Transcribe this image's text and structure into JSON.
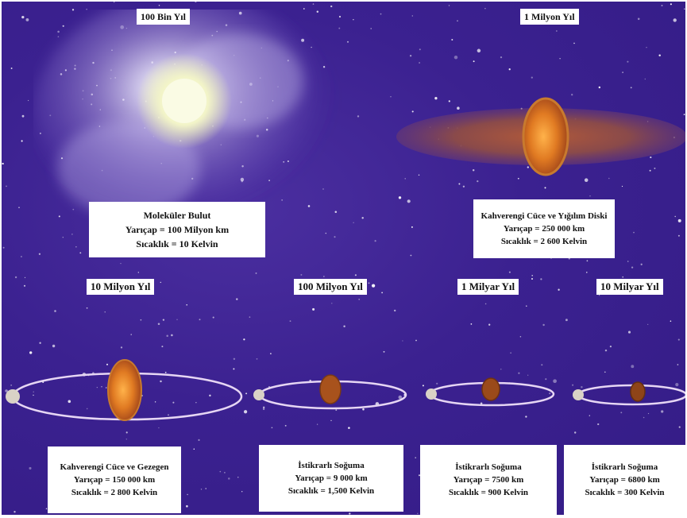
{
  "panels": [
    {
      "id": "p1",
      "time_label": "100 Bin Yıl",
      "lines": [
        "Moleküler Bulut",
        "Yarıçap = 100 Milyon km",
        "Sıcaklık = 10 Kelvin"
      ]
    },
    {
      "id": "p2",
      "time_label": "1 Milyon Yıl",
      "lines": [
        "Kahverengi Cüce ve Yığılım Diski",
        "Yarıçap = 250 000 km",
        "Sıcaklık = 2 600 Kelvin"
      ]
    },
    {
      "id": "p3",
      "time_label": "10 Milyon Yıl",
      "lines": [
        "Kahverengi Cüce ve Gezegen",
        "Yarıçap = 150 000 km",
        "Sıcaklık = 2 800 Kelvin"
      ]
    },
    {
      "id": "p4",
      "time_label": "100 Milyon Yıl",
      "lines": [
        "İstikrarlı Soğuma",
        "Yarıçap = 9 000 km",
        "Sıcaklık = 1,500 Kelvin"
      ]
    },
    {
      "id": "p5",
      "time_label": "1 Milyar Yıl",
      "lines": [
        "İstikrarlı Soğuma",
        "Yarıçap = 7500 km",
        "Sıcaklık = 900 Kelvin"
      ]
    },
    {
      "id": "p6",
      "time_label": "10 Milyar Yıl",
      "lines": [
        "İstikrarlı Soğuma",
        "Yarıçap = 6800 km",
        "Sıcaklık = 300 Kelvin"
      ]
    }
  ],
  "colors": {
    "background": "#3b2190",
    "star_body": "#c8571a",
    "orbit": "#e6d6f4",
    "planet": "#d9d2c6"
  }
}
